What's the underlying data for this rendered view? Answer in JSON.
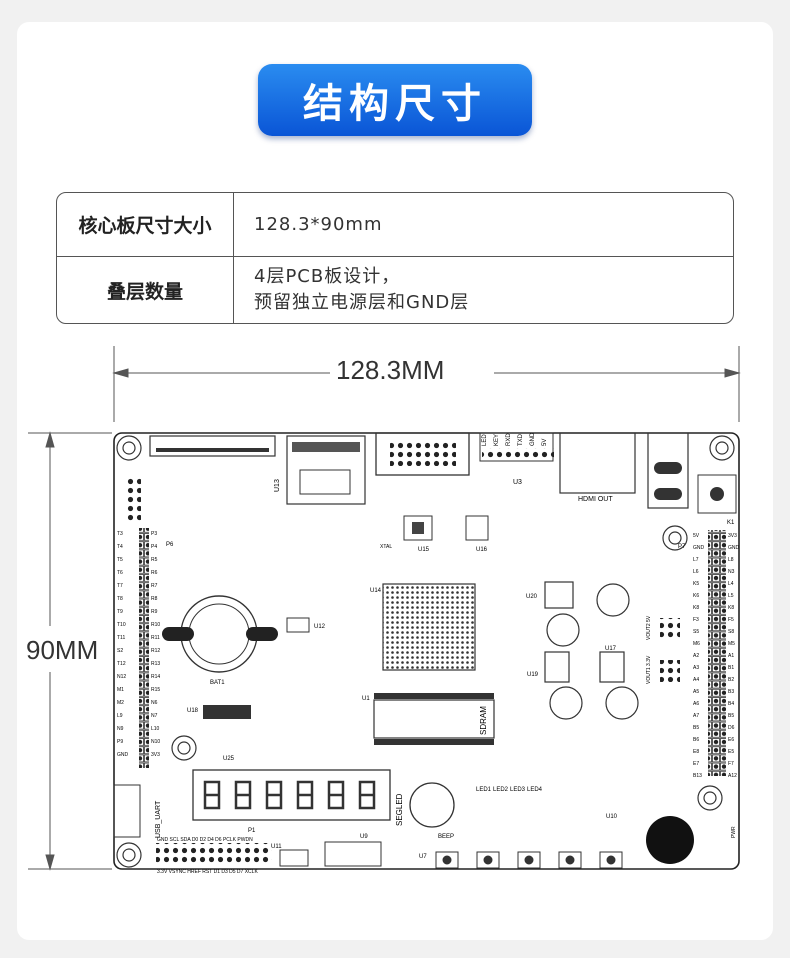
{
  "page": {
    "title": "结构尺寸"
  },
  "spec_table": {
    "rows": [
      {
        "key": "核心板尺寸大小",
        "value_lines": [
          "128.3*90mm"
        ]
      },
      {
        "key": "叠层数量",
        "value_lines": [
          "4层PCB板设计，",
          "预留独立电源层和GND层"
        ]
      }
    ]
  },
  "dimensions": {
    "width_label": "128.3MM",
    "height_label": "90MM"
  },
  "board_labels": {
    "u13": "U13",
    "u14": "U14",
    "u15": "U15",
    "u16": "U16",
    "u1": "U1",
    "u3": "U3",
    "u12": "U12",
    "u17": "U17",
    "u18": "U18",
    "u19": "U19",
    "u20": "U20",
    "u25": "U25",
    "u9": "U9",
    "u10": "U10",
    "u11": "U11",
    "u7": "U7",
    "bat1": "BAT1",
    "sdram": "SDRAM",
    "segled": "SEGLED",
    "beep": "BEEP",
    "hdmi_out": "HDMI OUT",
    "xtal": "XTAL",
    "usb_uart": "USB_UART",
    "p1": "P1",
    "p6": "P6",
    "p7": "P7",
    "k1": "K1",
    "header_top": [
      "LED",
      "KEY",
      "RXD",
      "TXD",
      "GND",
      "5V"
    ],
    "leds": [
      "LED1",
      "LED2",
      "LED3",
      "LED4"
    ],
    "bottom_row1": "GND SCL SDA D0 D2 D4 D6 PCLK PWDN",
    "bottom_row2": "3.3V VSYNC HREF RST D1 D3 D5 D7 XCLK",
    "left_pins": [
      "T3",
      "T4",
      "T5",
      "T6",
      "T7",
      "T8",
      "T9",
      "T10",
      "T11",
      "S2",
      "T12",
      "N12",
      "M1",
      "M2",
      "L9",
      "N9",
      "P9",
      "GND"
    ],
    "left_pins2": [
      "P3",
      "P4",
      "R5",
      "R6",
      "R7",
      "R8",
      "R9",
      "R10",
      "R11",
      "R12",
      "R13",
      "R14",
      "R15",
      "N6",
      "N7",
      "L10",
      "N10",
      "3V3"
    ],
    "right_pins": [
      "5V",
      "GND",
      "L7",
      "L6",
      "K5",
      "K6",
      "K8",
      "F3",
      "S5",
      "M6",
      "A2",
      "A3",
      "A4",
      "A5",
      "A6",
      "A7",
      "B5",
      "B6",
      "E8",
      "E7",
      "B13"
    ],
    "right_pins2": [
      "3V3",
      "GND",
      "L8",
      "N3",
      "L4",
      "L5",
      "K8",
      "F5",
      "S8",
      "M5",
      "A1",
      "B1",
      "B2",
      "B3",
      "B4",
      "B5",
      "D6",
      "E6",
      "E5",
      "F7",
      "A12"
    ],
    "vout2": "VOUT2 5V",
    "vout1": "VOUT1 3.3V",
    "pwr": "PWR"
  },
  "colors": {
    "badge_top": "#2a8cf0",
    "badge_bottom": "#0a55d6",
    "board_outline": "#222222"
  }
}
